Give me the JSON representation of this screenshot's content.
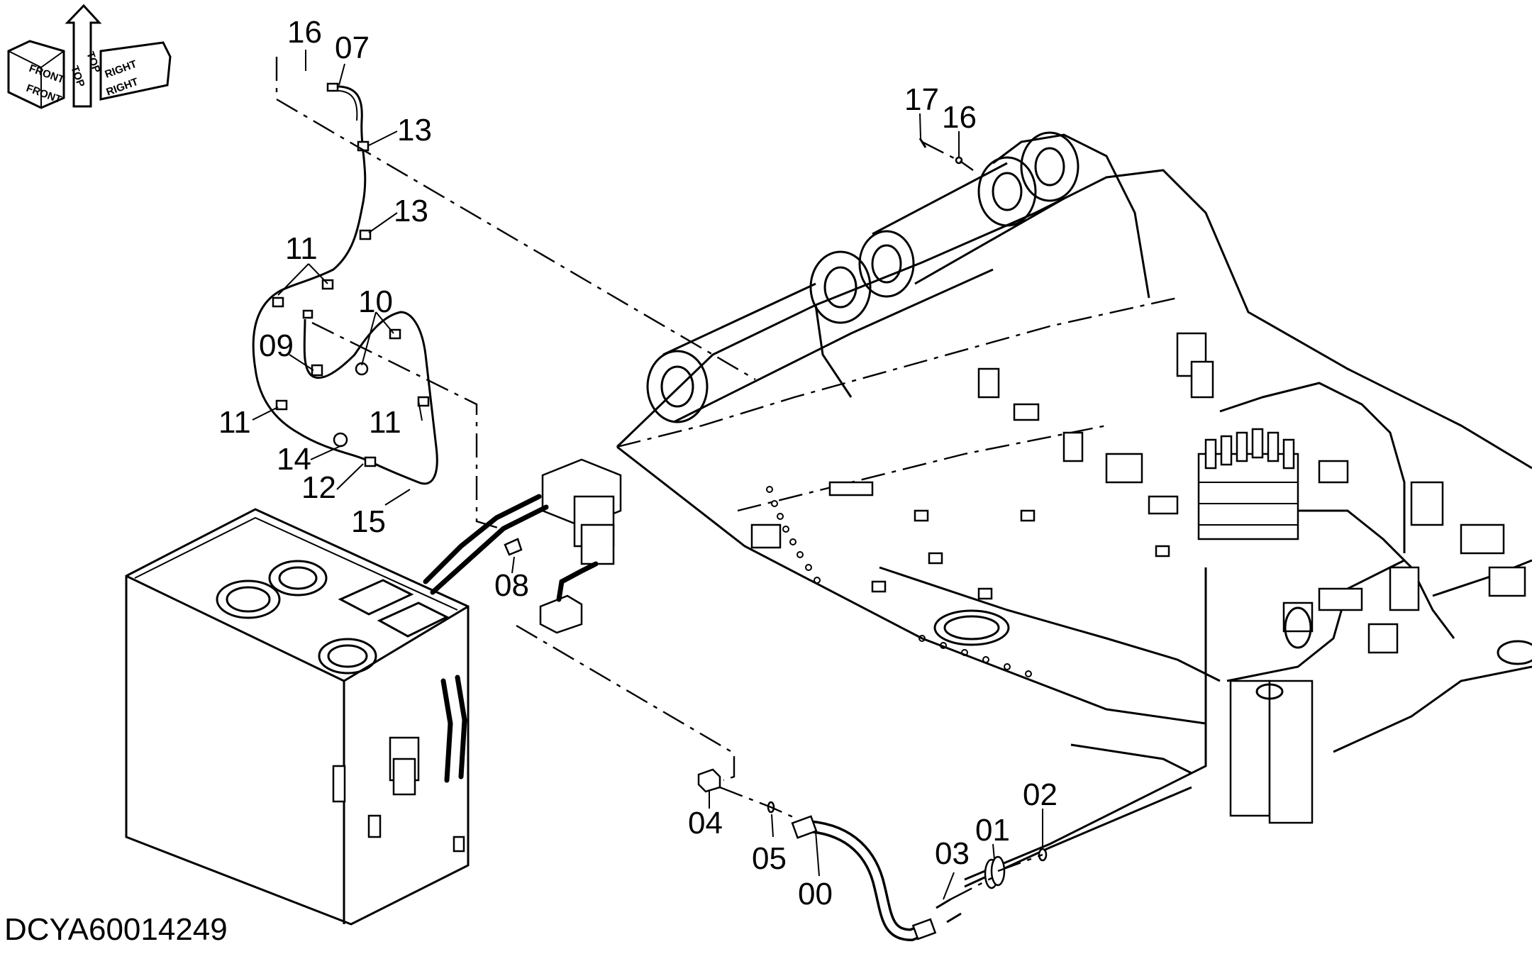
{
  "drawing_id": "DCYA60014249",
  "orientation_labels": [
    "FRONT",
    "FRONT",
    "TOP",
    "TOP",
    "RIGHT",
    "RIGHT"
  ],
  "callouts": {
    "c00": "00",
    "c01": "01",
    "c02": "02",
    "c03": "03",
    "c04": "04",
    "c05": "05",
    "c07": "07",
    "c08": "08",
    "c09": "09",
    "c10": "10",
    "c11a": "11",
    "c11b": "11",
    "c11c": "11",
    "c12": "12",
    "c13a": "13",
    "c13b": "13",
    "c14": "14",
    "c15": "15",
    "c16a": "16",
    "c16b": "16",
    "c17": "17"
  }
}
